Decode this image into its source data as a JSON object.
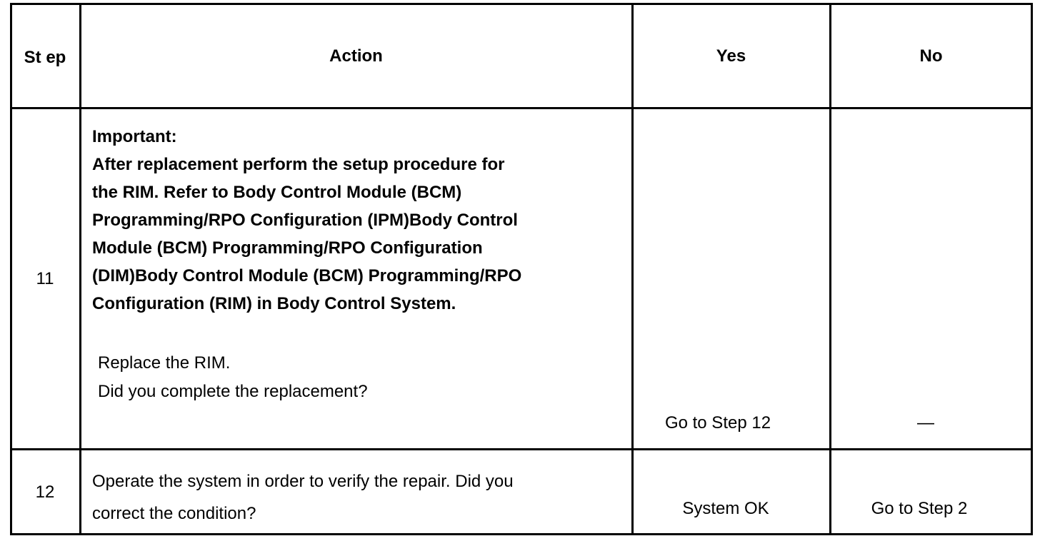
{
  "header": {
    "step": "St ep",
    "action": "Action",
    "yes": "Yes",
    "no": "No"
  },
  "rows": [
    {
      "step": "11",
      "important_label": "Important:",
      "important_lines": [
        "After replacement perform the setup procedure for",
        "the RIM. Refer to Body Control Module (BCM)",
        "Programming/RPO Configuration (IPM)Body Control",
        "Module (BCM) Programming/RPO Configuration",
        "(DIM)Body Control Module (BCM) Programming/RPO",
        "Configuration (RIM) in Body Control System."
      ],
      "instruction_lines": [
        "Replace the RIM.",
        "Did you complete the replacement?"
      ],
      "yes": "Go to Step 12",
      "no": "—"
    },
    {
      "step": "12",
      "action_lines": [
        "Operate the system in order to verify the repair. Did you",
        "correct the condition?"
      ],
      "yes": "System OK",
      "no": "Go to Step 2"
    }
  ]
}
